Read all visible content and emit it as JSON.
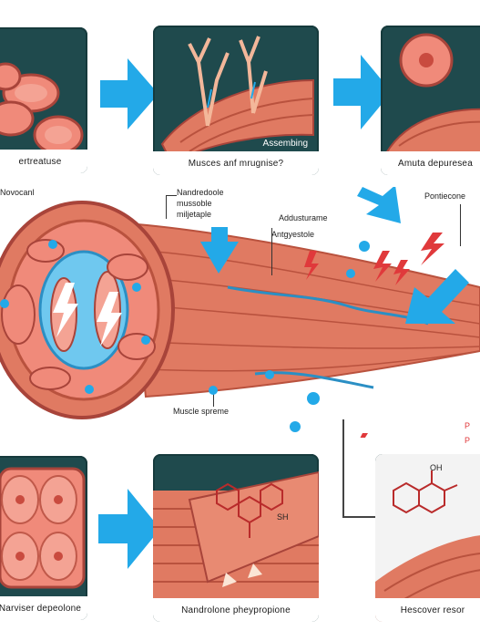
{
  "panels": {
    "top_left": {
      "caption": "ertreatuse"
    },
    "top_middle": {
      "caption": "Musces anf mrugnise?",
      "label": "Assembing"
    },
    "top_right": {
      "caption": "Amuta depuresea"
    },
    "bottom_left": {
      "caption": "Narviser depeolone"
    },
    "bottom_middle": {
      "caption": "Nandrolone pheypropione",
      "chem_label": "SH"
    },
    "bottom_right": {
      "caption": "Hescover resor",
      "chem_label": "OH"
    }
  },
  "center_labels": {
    "left": "Novocanl",
    "pointer1_l1": "Nandredoole",
    "pointer1_l2": "mussoble",
    "pointer1_l3": "miljetaple",
    "pointer2": "Addusturame",
    "pointer3": "Antgyestole",
    "pointer4": "Pontiecone",
    "bottom": "Muscle spreme",
    "right_p1": "P",
    "right_p2": "P"
  },
  "colors": {
    "panel_bg": "#1f4a4d",
    "muscle": "#e07a62",
    "muscle_dark": "#b9523e",
    "accent_blue": "#23a9e8",
    "spark_red": "#e0393b"
  }
}
